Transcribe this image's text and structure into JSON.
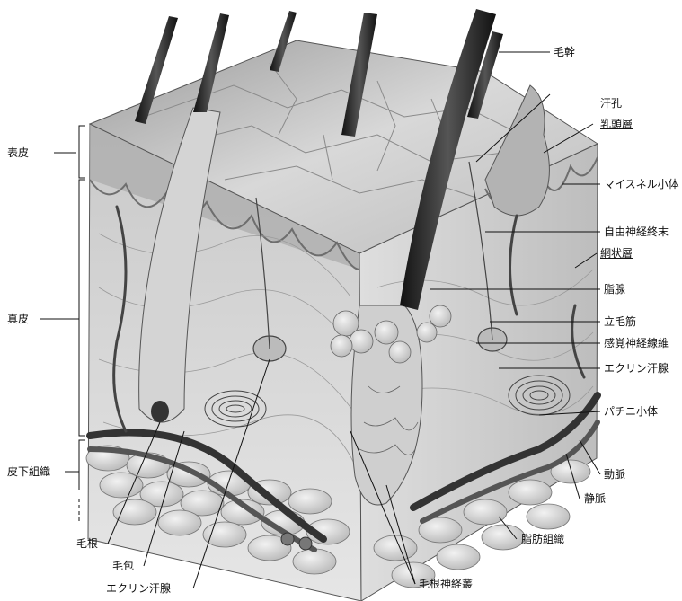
{
  "labels": {
    "hair_shaft": "毛幹",
    "sweat_pore": "汗孔",
    "papillary_layer": "乳頭層",
    "meissner": "マイスネル小体",
    "free_nerve_ending": "自由神経終末",
    "reticular_layer": "網状層",
    "sebaceous_gland": "脂腺",
    "arrector_pili": "立毛筋",
    "sensory_nerve": "感覚神経線維",
    "eccrine_right": "エクリン汗腺",
    "pacinian": "パチニ小体",
    "artery": "動脈",
    "vein": "静脈",
    "fat_tissue": "脂肪組織",
    "hair_root_plexus": "毛根神経叢",
    "eccrine_bottom": "エクリン汗腺",
    "follicle": "毛包",
    "hair_root": "毛根",
    "epidermis": "表皮",
    "dermis": "真皮",
    "subcutis": "皮下組織"
  },
  "colors": {
    "ink": "#1a1a1a",
    "skin_light": "#e9e9e9",
    "skin_mid": "#bdbdbd",
    "skin_dark": "#7a7a7a",
    "hair": "#2b2b2b",
    "fat": "#d6d6d6"
  }
}
